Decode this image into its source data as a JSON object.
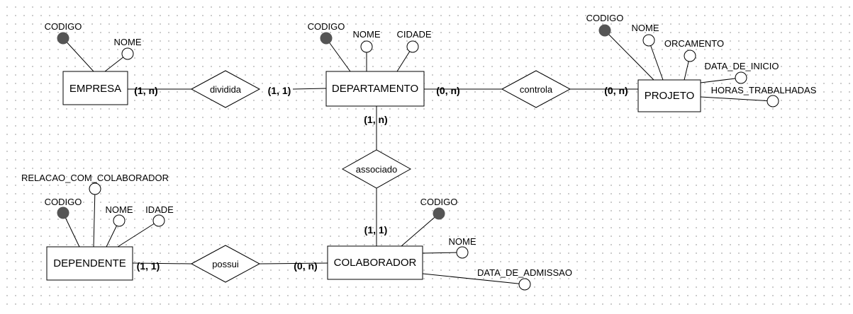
{
  "colors": {
    "key_attribute": "#555555",
    "line": "#000000",
    "grid_dot": "#c8c8c8"
  },
  "entities": {
    "empresa": "EMPRESA",
    "departamento": "DEPARTAMENTO",
    "projeto": "PROJETO",
    "dependente": "DEPENDENTE",
    "colaborador": "COLABORADOR"
  },
  "relationships": {
    "dividida": "dividida",
    "controla": "controla",
    "associado": "associado",
    "possui": "possui"
  },
  "cardinalities": {
    "empresa_dividida": "(1, n)",
    "departamento_dividida": "(1, 1)",
    "departamento_controla": "(0, n)",
    "projeto_controla": "(0, n)",
    "departamento_associado": "(1, n)",
    "colaborador_associado": "(1, 1)",
    "dependente_possui": "(1, 1)",
    "colaborador_possui": "(0, n)"
  },
  "attributes": {
    "empresa": {
      "codigo": "CODIGO",
      "nome": "NOME"
    },
    "departamento": {
      "codigo": "CODIGO",
      "nome": "NOME",
      "cidade": "CIDADE"
    },
    "projeto": {
      "codigo": "CODIGO",
      "nome": "NOME",
      "orcamento": "ORCAMENTO",
      "data_de_inicio": "DATA_DE_INICIO",
      "horas_trabalhadas": "HORAS_TRABALHADAS"
    },
    "dependente": {
      "relacao": "RELACAO_COM_COLABORADOR",
      "codigo": "CODIGO",
      "nome": "NOME",
      "idade": "IDADE"
    },
    "colaborador": {
      "codigo": "CODIGO",
      "nome": "NOME",
      "data_de_admissao": "DATA_DE_ADMISSAO"
    }
  }
}
